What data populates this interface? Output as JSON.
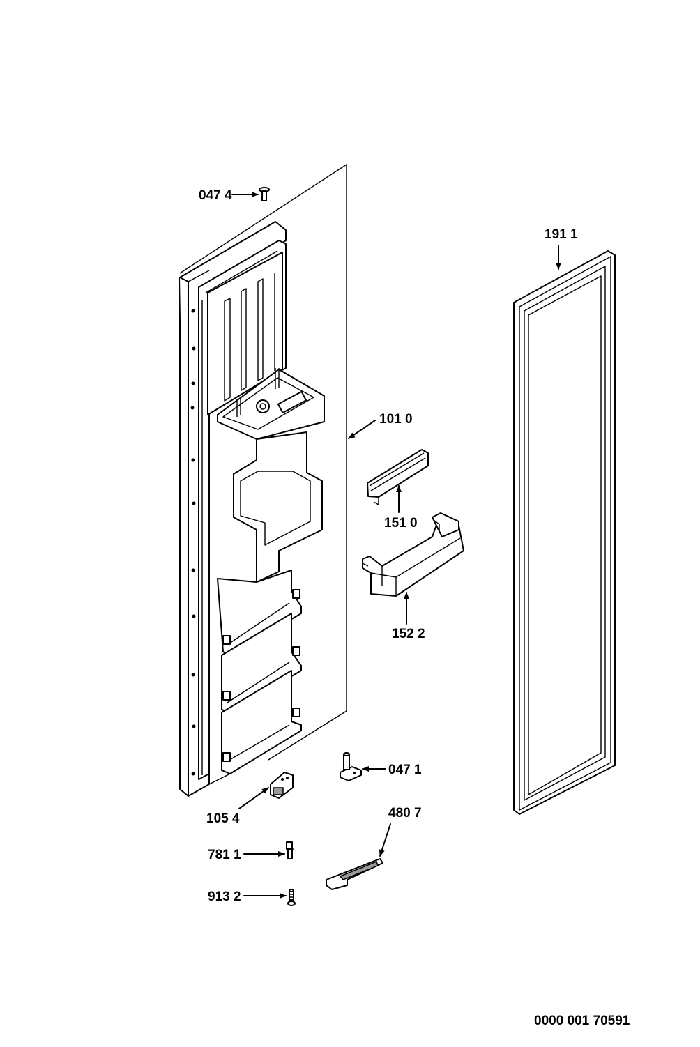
{
  "part_labels": {
    "p0474": "047 4",
    "p1911": "191 1",
    "p1010": "101 0",
    "p1510": "151 0",
    "p1522": "152 2",
    "p0471": "047 1",
    "p1054": "105 4",
    "p4807": "480 7",
    "p7811": "781 1",
    "p9132": "913 2"
  },
  "drawing_number": "0000 001 70591"
}
